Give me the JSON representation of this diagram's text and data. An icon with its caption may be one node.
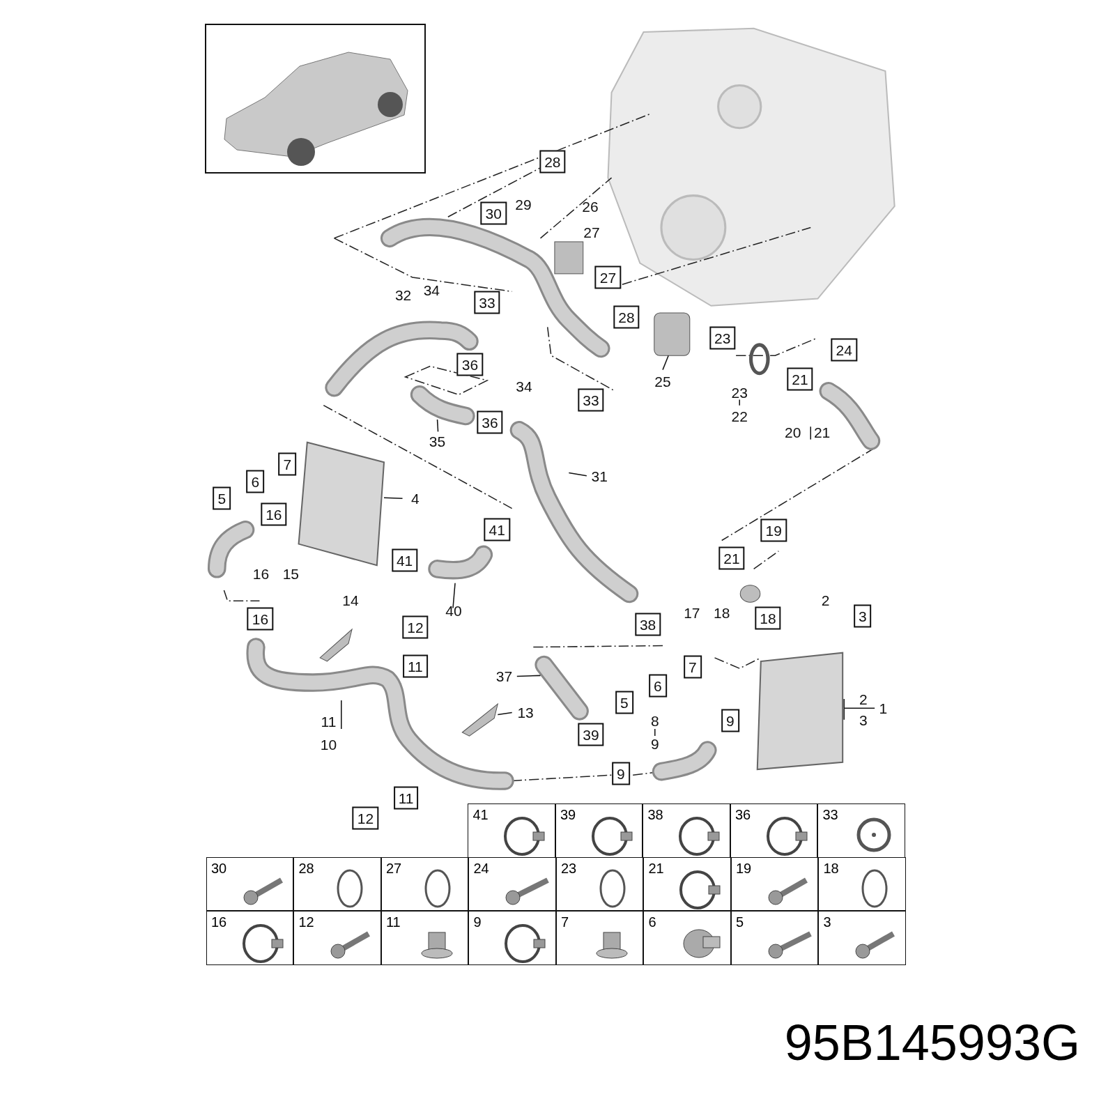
{
  "diagram": {
    "labels": [
      "28",
      "30",
      "29",
      "26",
      "27",
      "27",
      "34",
      "32",
      "33",
      "28",
      "23",
      "24",
      "36",
      "25",
      "21",
      "34",
      "23",
      "33",
      "22",
      "36",
      "20",
      "21",
      "35",
      "7",
      "31",
      "6",
      "5",
      "4",
      "16",
      "41",
      "19",
      "41",
      "21",
      "16",
      "15",
      "14",
      "2",
      "40",
      "17",
      "18",
      "16",
      "18",
      "3",
      "12",
      "38",
      "11",
      "7",
      "37",
      "6",
      "5",
      "2",
      "1",
      "13",
      "11",
      "8",
      "9",
      "3",
      "39",
      "10",
      "9",
      "9",
      "11",
      "12",
      "41",
      "39",
      "38",
      "36",
      "33",
      "30",
      "28",
      "27",
      "24",
      "23",
      "21",
      "19",
      "18",
      "16",
      "12",
      "11",
      "9",
      "7",
      "6",
      "5",
      "3",
      "95B145993G"
    ]
  }
}
